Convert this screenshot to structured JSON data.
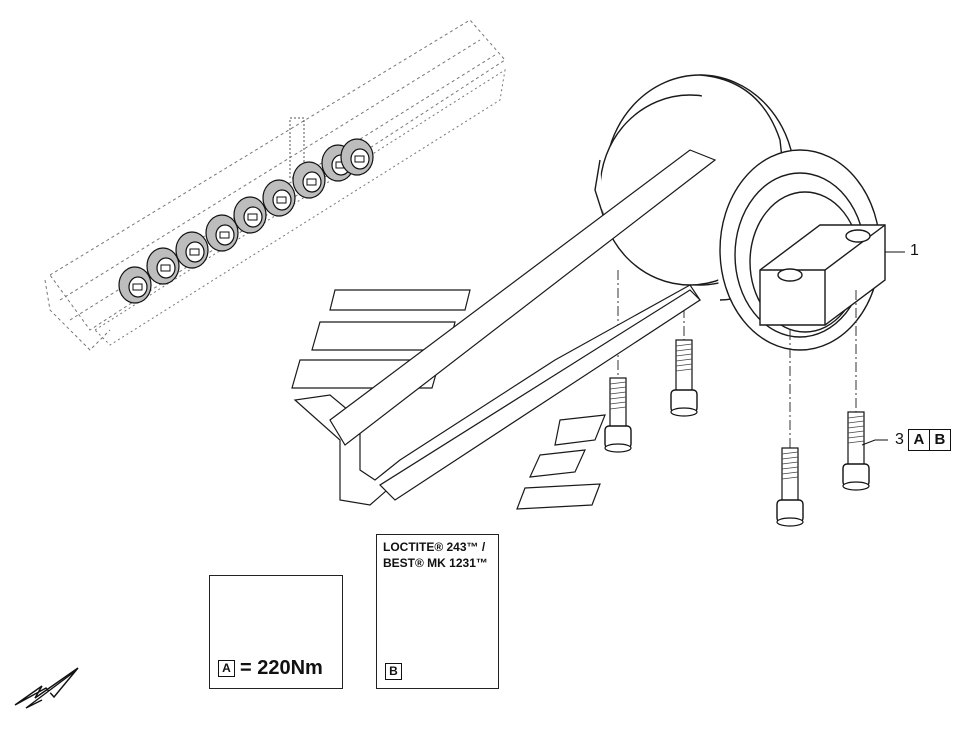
{
  "callouts": {
    "part_1": "1",
    "part_3": "3",
    "ref_a": "A",
    "ref_b": "B"
  },
  "torque_box": {
    "ref": "A",
    "text": "= 220Nm",
    "icon": "wrench-hand-icon"
  },
  "loctite_box": {
    "line1": "LOCTITE® 243™ /",
    "line2": "BEST® MK 1231™",
    "ref": "B",
    "icon": "adhesive-bottle-icon"
  },
  "orientation_icon": "front-arrow-icon",
  "colors": {
    "line": "#1a1a1a",
    "background": "#ffffff",
    "shade": "#d9d9d9"
  }
}
